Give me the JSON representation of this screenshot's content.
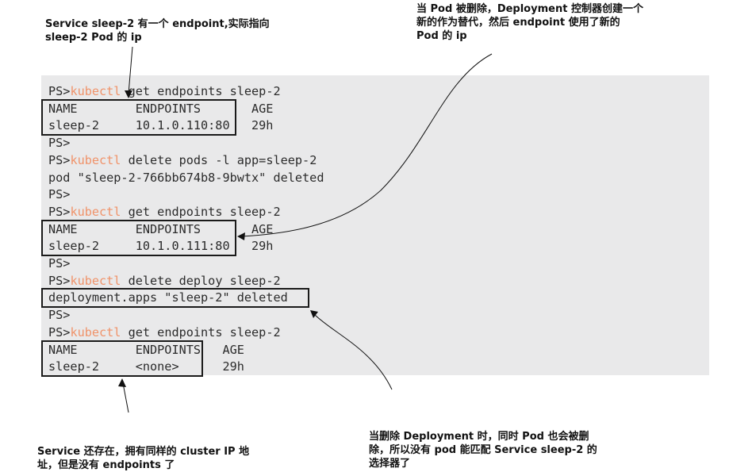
{
  "annotations": {
    "top_left": {
      "lines": [
        "Service sleep-2 有一个 endpoint,实际指向",
        "sleep-2 Pod 的 ip"
      ]
    },
    "top_right": {
      "lines": [
        "当 Pod 被删除，Deployment 控制器创建一个",
        "新的作为替代，然后 endpoint 使用了新的",
        "Pod 的 ip"
      ]
    },
    "bottom_left": {
      "lines": [
        "Service 还存在，拥有同样的 cluster IP 地",
        "址，但是没有 endpoints 了"
      ]
    },
    "bottom_right": {
      "lines": [
        "当删除 Deployment 时，同时 Pod 也会被删",
        "除，所以没有 pod 能匹配 Service sleep-2 的",
        "选择器了"
      ]
    }
  },
  "terminal": {
    "prompt": "PS>",
    "command": "kubectl",
    "lines": [
      {
        "type": "cmd",
        "args": " get endpoints sleep-2"
      },
      {
        "type": "out",
        "text": "NAME        ENDPOINTS       AGE"
      },
      {
        "type": "out",
        "text": "sleep-2     10.1.0.110:80   29h"
      },
      {
        "type": "prompt"
      },
      {
        "type": "cmd",
        "args": " delete pods -l app=sleep-2"
      },
      {
        "type": "out",
        "text": "pod \"sleep-2-766bb674b8-9bwtx\" deleted"
      },
      {
        "type": "prompt"
      },
      {
        "type": "cmd",
        "args": " get endpoints sleep-2"
      },
      {
        "type": "out",
        "text": "NAME        ENDPOINTS       AGE"
      },
      {
        "type": "out",
        "text": "sleep-2     10.1.0.111:80   29h"
      },
      {
        "type": "prompt"
      },
      {
        "type": "cmd",
        "args": " delete deploy sleep-2"
      },
      {
        "type": "out",
        "text": "deployment.apps \"sleep-2\" deleted"
      },
      {
        "type": "prompt"
      },
      {
        "type": "cmd",
        "args": " get endpoints sleep-2"
      },
      {
        "type": "out",
        "text": "NAME        ENDPOINTS   AGE"
      },
      {
        "type": "out",
        "text": "sleep-2     <none>      29h"
      }
    ]
  },
  "colors": {
    "terminal_bg": "#e9e9ea",
    "command_accent": "#f0936a",
    "text": "#2b2b2b",
    "highlight_box": "#1a1a1a"
  }
}
